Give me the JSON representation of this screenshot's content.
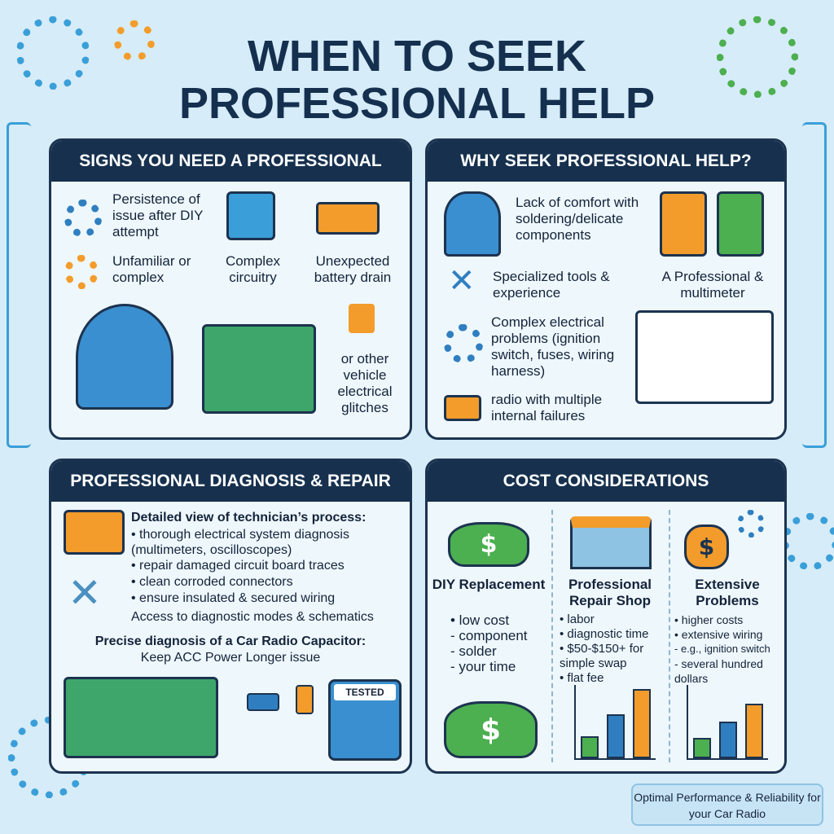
{
  "title": {
    "line1": "WHEN TO SEEK",
    "line2": "PROFESSIONAL HELP"
  },
  "colors": {
    "navy": "#16304e",
    "blue": "#3a9fd8",
    "green": "#4caf50",
    "orange": "#f39c2b"
  },
  "signs": {
    "header": "SIGNS YOU NEED A PROFESSIONAL",
    "items": [
      "Persistence of issue after DIY attempt",
      "Unfamiliar or complex",
      "Complex circuitry",
      "Unexpected battery drain",
      "or other vehicle electrical glitches"
    ],
    "icons": [
      "gear-icon",
      "gear-icon",
      "circuit-board-icon",
      "battery-drain-icon",
      "lightning-icon"
    ]
  },
  "why": {
    "header": "WHY SEEK PROFESSIONAL HELP?",
    "items": [
      "Lack of comfort with soldering/delicate components",
      "Specialized tools & experience",
      "A Professional & multimeter",
      "Complex electrical problems (ignition switch, fuses, wiring harness)",
      "radio with multiple internal failures"
    ]
  },
  "diagnosis": {
    "header": "PROFESSIONAL DIAGNOSIS & REPAIR",
    "intro": "Detailed view of technician’s process:",
    "bullets": [
      "• thorough electrical system diagnosis (multimeters, oscilloscopes)",
      "• repair damaged circuit board traces",
      "• clean corroded connectors",
      "• ensure insulated & secured wiring"
    ],
    "access": "Access to diagnostic modes & schematics",
    "precise1": "Precise diagnosis of a Car Radio Capacitor:",
    "precise2": "Keep ACC Power Longer issue",
    "tested": "TESTED"
  },
  "cost": {
    "header": "COST CONSIDERATIONS",
    "columns": [
      {
        "title": "DIY Replacement",
        "lines": [
          "• low cost",
          "- component",
          "- solder",
          "- your time"
        ]
      },
      {
        "title": "Professional Repair Shop",
        "lines": [
          "• labor",
          "• diagnostic time",
          "• $50-$150+ for simple swap",
          "• flat fee"
        ]
      },
      {
        "title": "Extensive Problems",
        "lines": [
          "• higher costs",
          "• extensive wiring",
          "- e.g., ignition switch",
          "- several hundred dollars"
        ]
      }
    ],
    "currency": "$"
  },
  "footer": "Optimal Performance & Reliability for your Car Radio"
}
